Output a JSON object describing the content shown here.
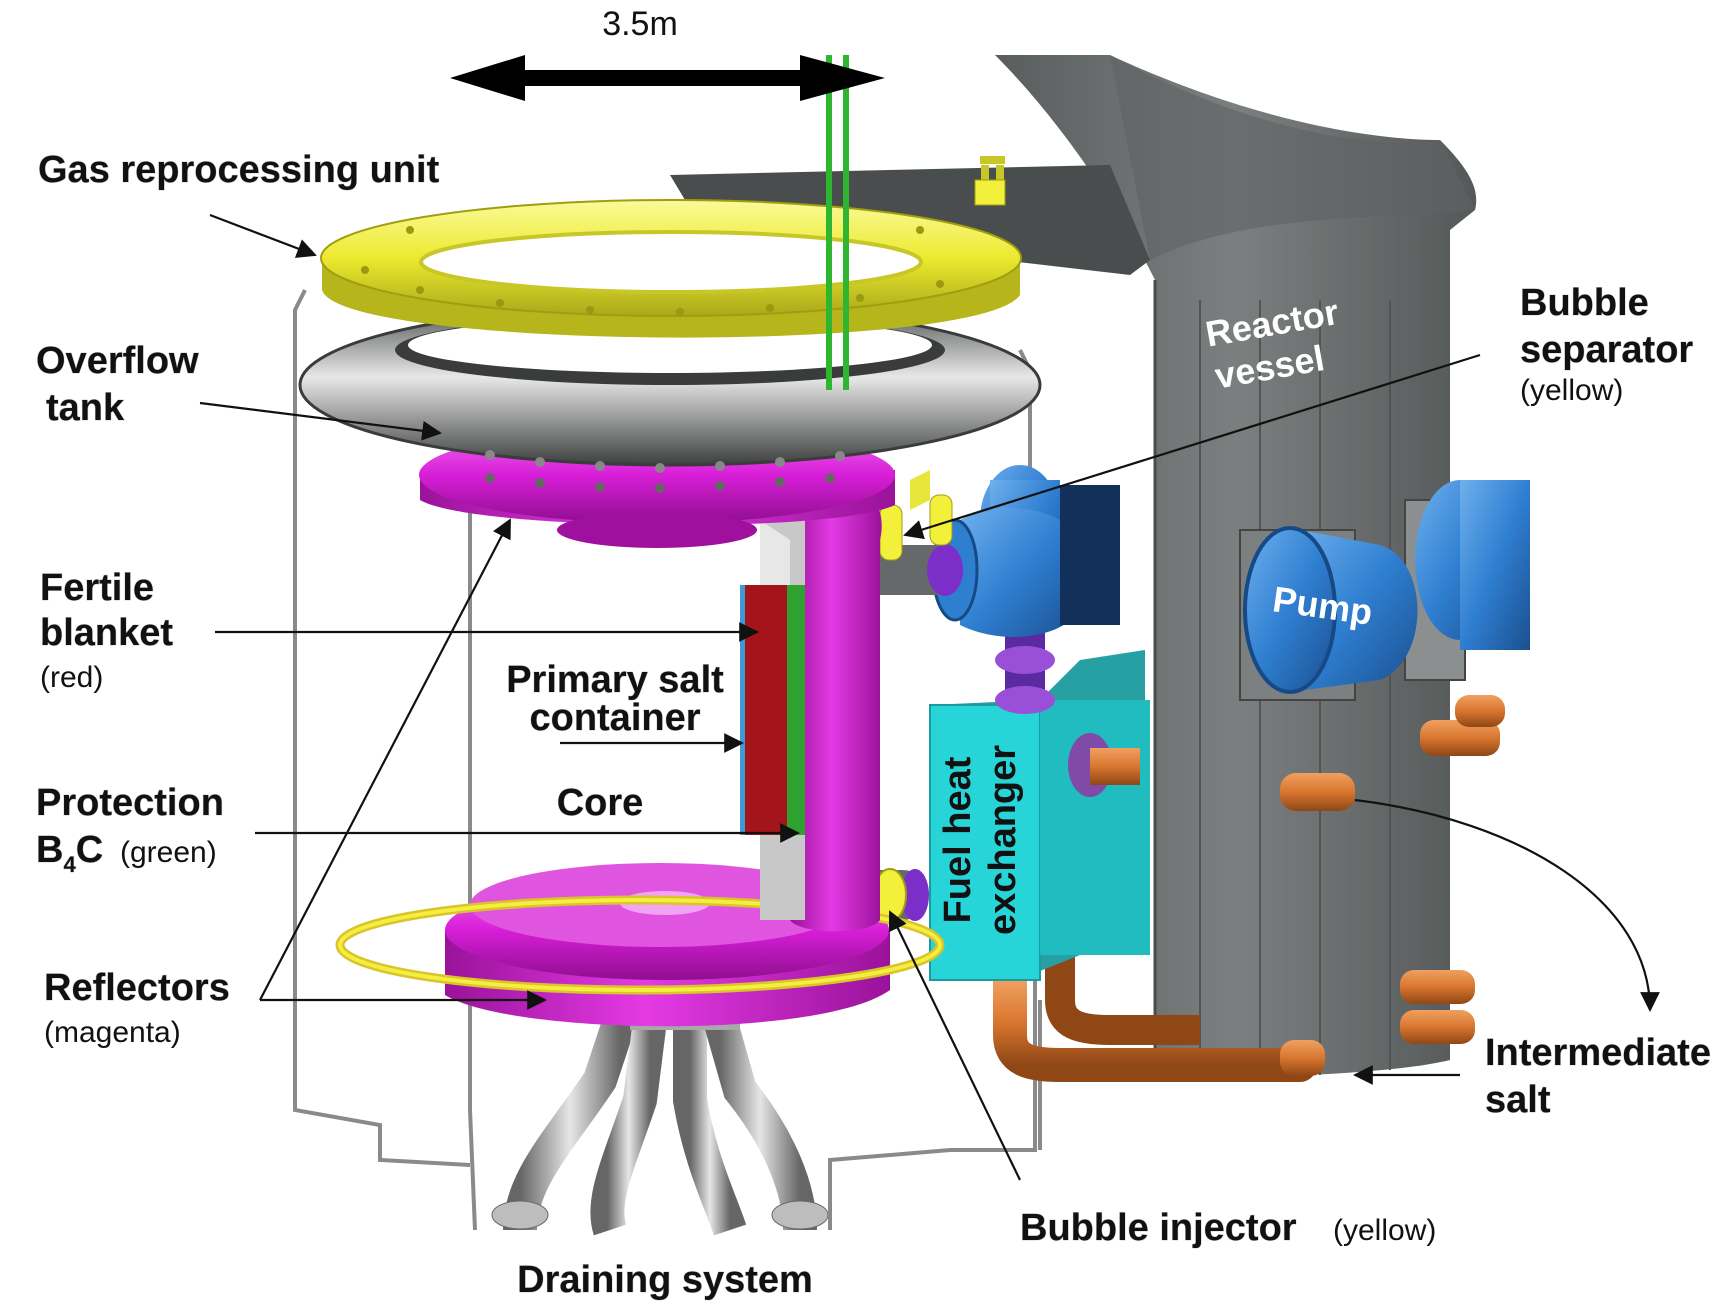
{
  "scale_label": "3.5m",
  "labels": {
    "gas_reprocessing": "Gas reprocessing unit",
    "overflow_line1": "Overflow",
    "overflow_line2": "tank",
    "fertile_line1": "Fertile",
    "fertile_line2": "blanket",
    "fertile_color": "(red)",
    "primary_line1": "Primary salt",
    "primary_line2": "container",
    "protection_line1": "Protection",
    "protection_b": "B",
    "protection_sub": "4",
    "protection_c": "C",
    "protection_color": "(green)",
    "core": "Core",
    "reflectors": "Reflectors",
    "reflectors_color": "(magenta)",
    "draining": "Draining system",
    "reactor_line1": "Reactor",
    "reactor_line2": "vessel",
    "pump": "Pump",
    "bubble_sep_line1": "Bubble",
    "bubble_sep_line2": "separator",
    "bubble_sep_color": "(yellow)",
    "fuel_hx_line1": "Fuel heat",
    "fuel_hx_line2": "exchanger",
    "intermediate_line1": "Intermediate",
    "intermediate_line2": "salt",
    "bubble_inj": "Bubble injector",
    "bubble_inj_color": "(yellow)"
  },
  "colors": {
    "yellow": "#f2f03a",
    "magenta": "#d81ed8",
    "gray": "#6f7272",
    "cyan": "#27d4d8",
    "blue": "#2f7fd1",
    "red": "#a3151a",
    "green": "#2fa12f",
    "copper": "#d8762f",
    "purple": "#6a1bb5"
  }
}
